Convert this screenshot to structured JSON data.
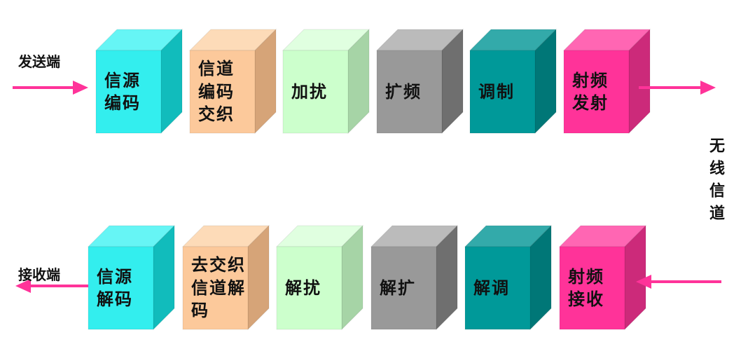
{
  "top_row": {
    "label": "发送端",
    "blocks": [
      {
        "text": "信源\n编码",
        "front": "#33eeee",
        "top": "#66f5f5",
        "side": "#11bcbc"
      },
      {
        "text": "信道\n编码\n交织",
        "front": "#fcc99b",
        "top": "#fddbb8",
        "side": "#d6a478"
      },
      {
        "text": "加扰",
        "front": "#ccffcc",
        "top": "#e0ffe0",
        "side": "#a6d4a6"
      },
      {
        "text": "扩频",
        "front": "#999999",
        "top": "#bbbbbb",
        "side": "#6f6f6f"
      },
      {
        "text": "调制",
        "front": "#009999",
        "top": "#33aaaa",
        "side": "#007777"
      },
      {
        "text": "射频\n发射",
        "front": "#ff3399",
        "top": "#ff66b3",
        "side": "#cc2a7a"
      }
    ]
  },
  "bottom_row": {
    "label": "接收端",
    "blocks": [
      {
        "text": "信源\n解码",
        "front": "#33eeee",
        "top": "#66f5f5",
        "side": "#11bcbc"
      },
      {
        "text": "去交织\n信道解\n码",
        "front": "#fcc99b",
        "top": "#fddbb8",
        "side": "#d6a478"
      },
      {
        "text": "解扰",
        "front": "#ccffcc",
        "top": "#e0ffe0",
        "side": "#a6d4a6"
      },
      {
        "text": "解扩",
        "front": "#999999",
        "top": "#bbbbbb",
        "side": "#6f6f6f"
      },
      {
        "text": "解调",
        "front": "#009999",
        "top": "#33aaaa",
        "side": "#007777"
      },
      {
        "text": "射频\n接收",
        "front": "#ff3399",
        "top": "#ff66b3",
        "side": "#cc2a7a"
      }
    ]
  },
  "channel_label": "无线信道",
  "arrow_color": "#ff3399"
}
